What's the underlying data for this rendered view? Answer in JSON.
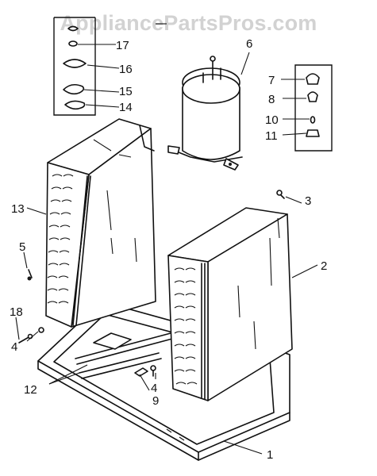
{
  "watermark": "AppliancePartsPros.com",
  "parts": {
    "p1": "1",
    "p2": "2",
    "p3": "3",
    "p4a": "4",
    "p4b": "4",
    "p5": "5",
    "p6": "6",
    "p7": "7",
    "p8": "8",
    "p9": "9",
    "p10": "10",
    "p11": "11",
    "p12": "12",
    "p13": "13",
    "p14": "14",
    "p15": "15",
    "p16": "16",
    "p17": "17",
    "p18": "18"
  }
}
